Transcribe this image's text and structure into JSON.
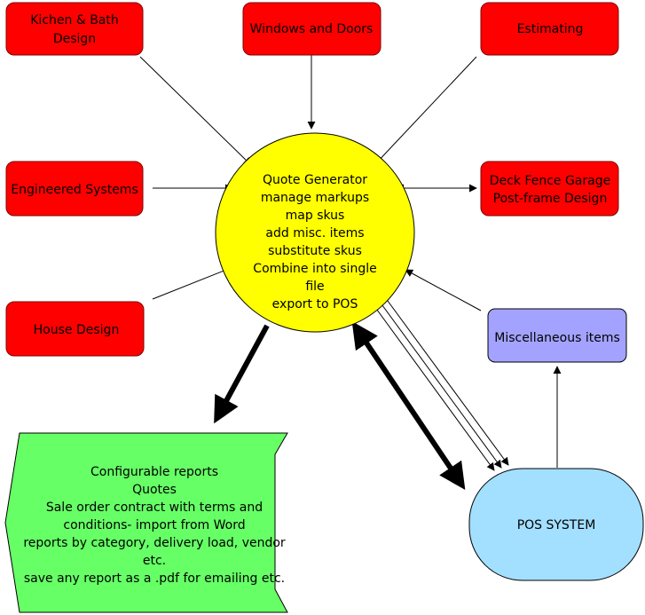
{
  "colors": {
    "red_box_fill": "#ff0000",
    "red_box_stroke": "#800000",
    "center_fill": "#ffff00",
    "purple_fill": "#a3a3ff",
    "pos_fill": "#a3dfff",
    "report_fill": "#66ff66",
    "stroke": "#000000"
  },
  "nodes": {
    "kitchen": {
      "lines": [
        "Kichen & Bath",
        "Design"
      ]
    },
    "windows": {
      "lines": [
        "Windows and Doors"
      ]
    },
    "estimating": {
      "lines": [
        "Estimating"
      ]
    },
    "engineered": {
      "lines": [
        "Engineered Systems"
      ]
    },
    "deck": {
      "lines": [
        "Deck Fence Garage",
        "Post-frame Design"
      ]
    },
    "house": {
      "lines": [
        "House Design"
      ]
    },
    "quote": {
      "lines": [
        "Quote Generator",
        "manage markups",
        "map skus",
        "add misc. items",
        "substitute skus",
        "Combine into single",
        "file",
        "export to POS"
      ]
    },
    "misc": {
      "lines": [
        "Miscellaneous items"
      ]
    },
    "pos": {
      "lines": [
        "POS SYSTEM"
      ]
    },
    "reports": {
      "lines": [
        "Configurable reports",
        "Quotes",
        "Sale order contract with terms and",
        "conditions- import from Word",
        "reports by category, delivery load, vendor",
        "etc.",
        "save any report as a .pdf for emailing etc."
      ]
    }
  }
}
